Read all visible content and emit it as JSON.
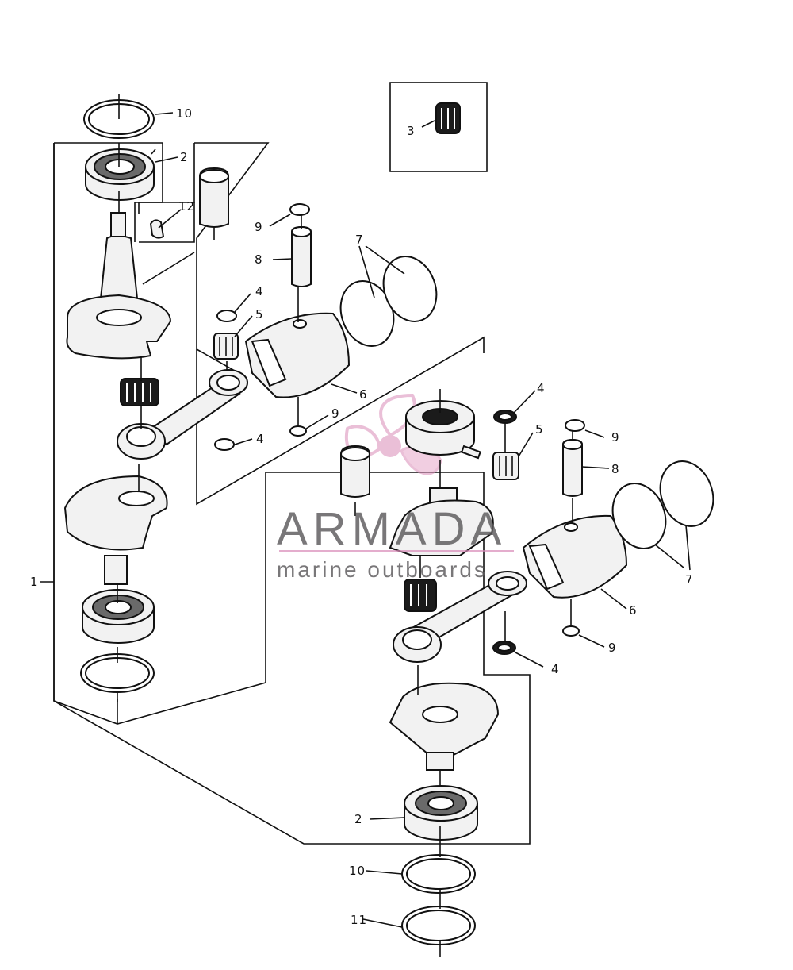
{
  "callouts": {
    "c1": "1",
    "c2_top": "2",
    "c2_bottom": "2",
    "c3": "3",
    "c4_a": "4",
    "c4_b": "4",
    "c4_c": "4",
    "c4_d": "4",
    "c5_a": "5",
    "c5_b": "5",
    "c6_a": "6",
    "c6_b": "6",
    "c7_a": "7",
    "c7_b": "7",
    "c8_a": "8",
    "c8_b": "8",
    "c9_a": "9",
    "c9_b": "9",
    "c9_c": "9",
    "c9_d": "9",
    "c10_top": "10",
    "c10_bottom": "10",
    "c11": "11",
    "c12": "12"
  },
  "watermark": {
    "title": "ARMADA",
    "subtitle": "marine outboards",
    "logo_color": "#d98bb8",
    "text_color": "#5c5a5c"
  }
}
